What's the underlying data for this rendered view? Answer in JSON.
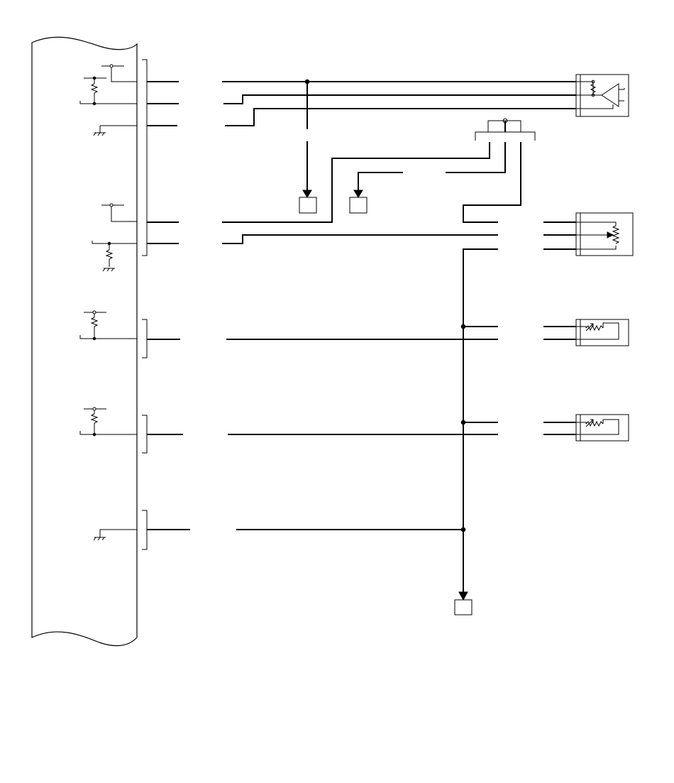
{
  "diagram": {
    "kind": "wiring-schematic",
    "ink_color": "#000000",
    "paper_color": "#ffffff",
    "text_labels": []
  },
  "components": {
    "control_module": {
      "symbol": "torn-edge-module-box"
    },
    "connector_sensor_3wire_a": {
      "symbol": "amplifier-sensor-icon"
    },
    "connector_sensor_3wire_b": {
      "symbol": "potentiometer-icon"
    },
    "connector_sensor_2wire_a": {
      "symbol": "thermistor-icon"
    },
    "connector_sensor_2wire_b": {
      "symbol": "thermistor-icon"
    },
    "junction_connector": {
      "symbol": "splice-connector"
    },
    "reference_box_1": {
      "symbol": "continued-reference-box"
    },
    "reference_box_2": {
      "symbol": "continued-reference-box"
    },
    "reference_box_3": {
      "symbol": "continued-reference-box"
    }
  }
}
